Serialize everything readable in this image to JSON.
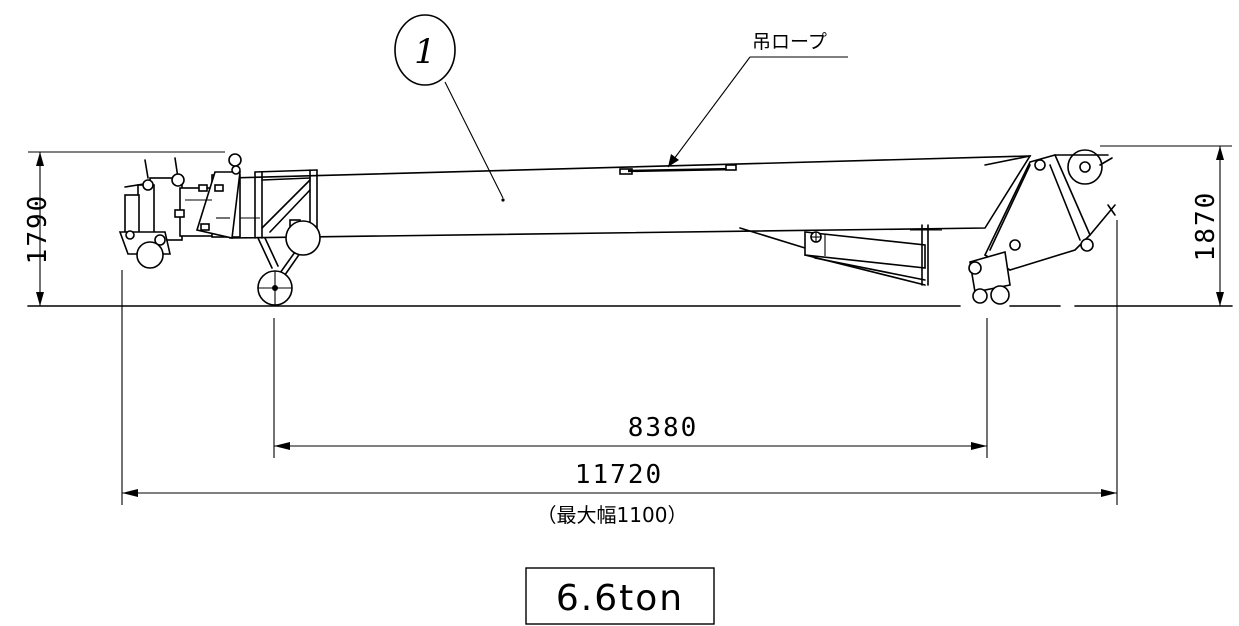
{
  "drawing": {
    "part_number": "1",
    "rope_label": "吊ロープ",
    "dimensions": {
      "left_height": "1790",
      "right_height": "1870",
      "wheelbase": "8380",
      "overall_length": "11720",
      "max_width_note": "（最大幅1100）"
    },
    "weight": "6.6ton"
  }
}
